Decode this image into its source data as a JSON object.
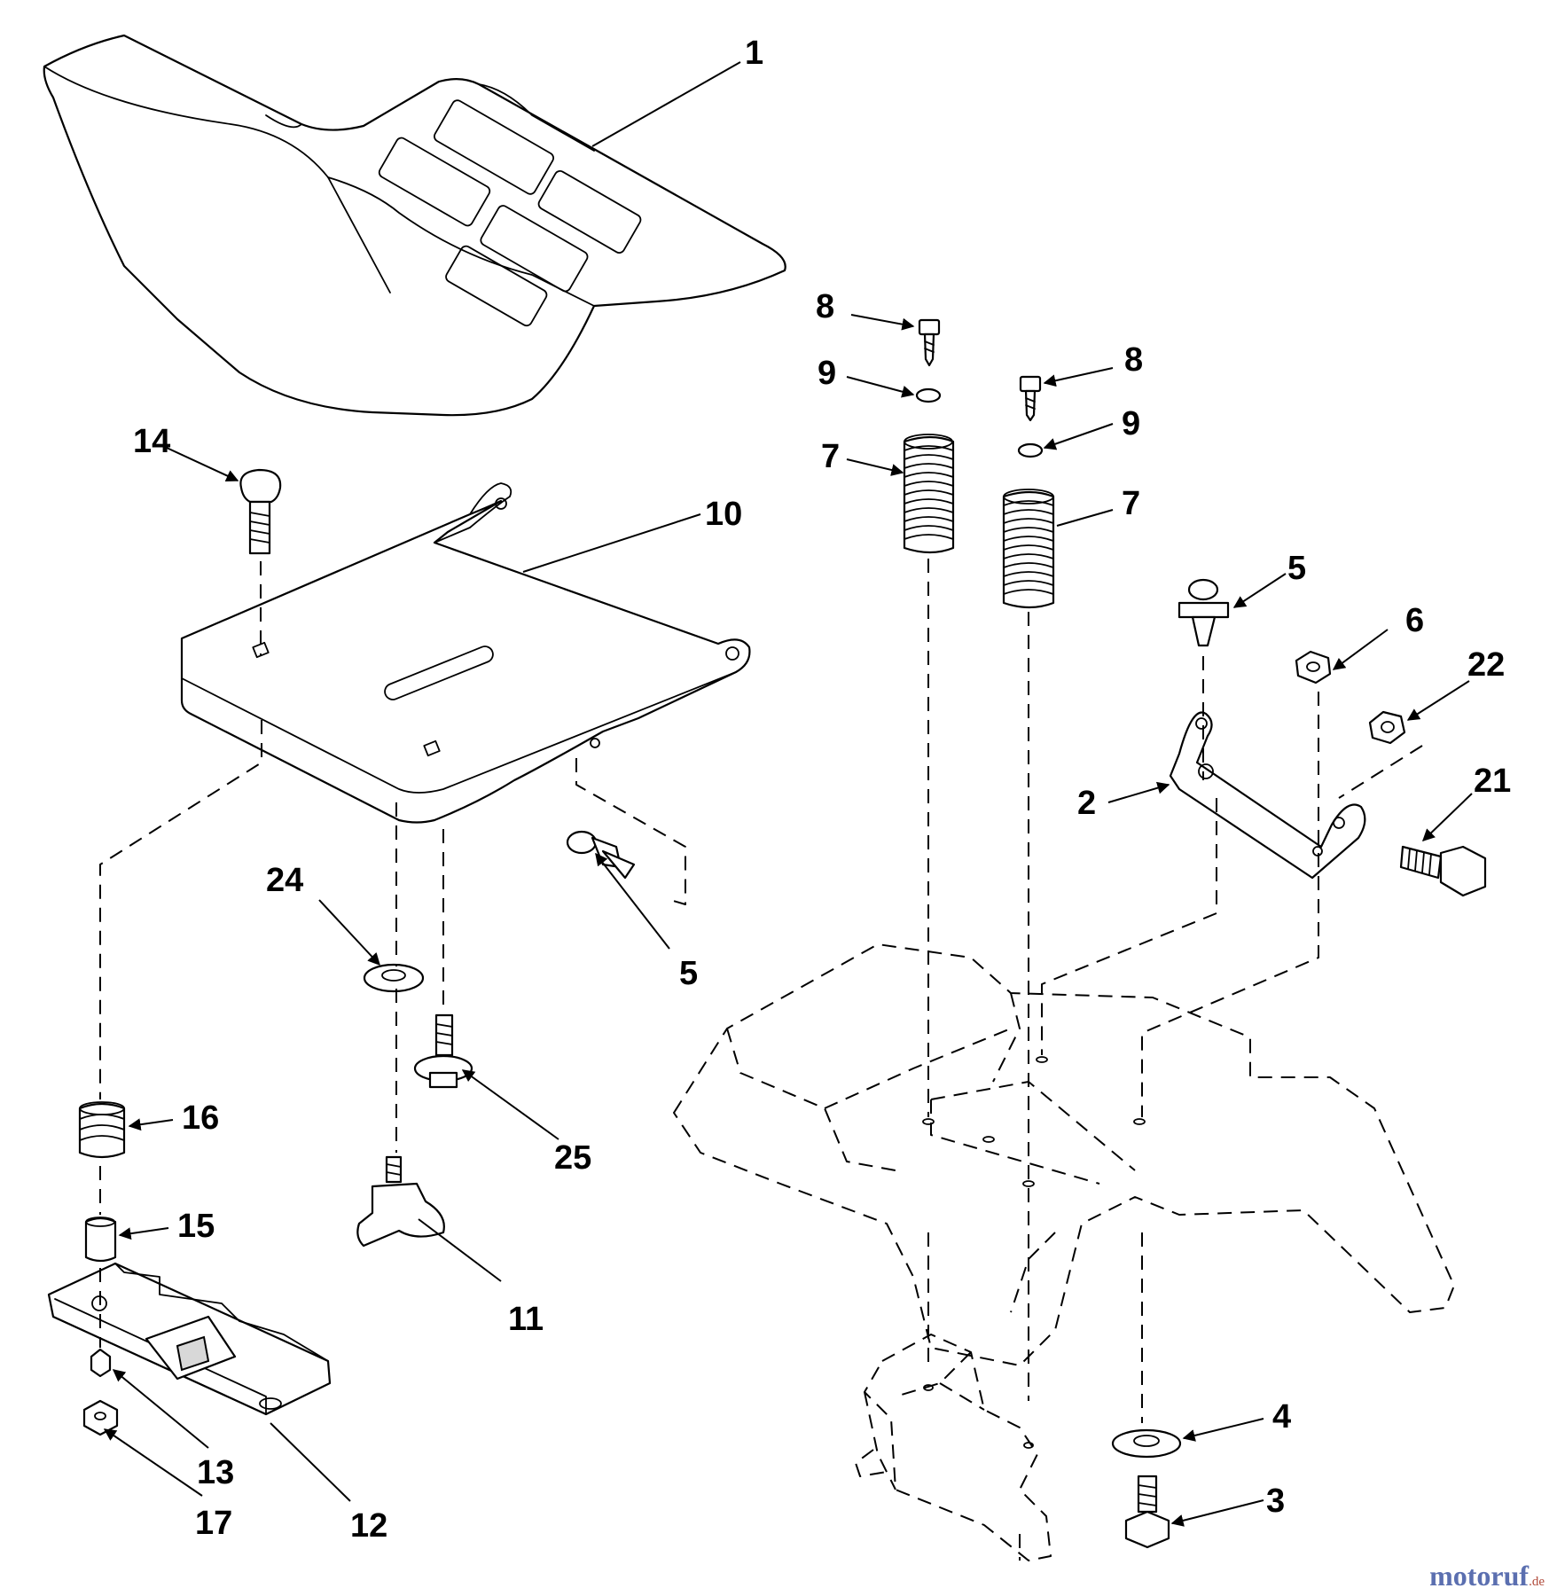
{
  "callouts": [
    {
      "id": "c1",
      "label": "1"
    },
    {
      "id": "c14",
      "label": "14"
    },
    {
      "id": "c10",
      "label": "10"
    },
    {
      "id": "c8a",
      "label": "8"
    },
    {
      "id": "c9a",
      "label": "9"
    },
    {
      "id": "c7a",
      "label": "7"
    },
    {
      "id": "c8b",
      "label": "8"
    },
    {
      "id": "c9b",
      "label": "9"
    },
    {
      "id": "c7b",
      "label": "7"
    },
    {
      "id": "c5a",
      "label": "5"
    },
    {
      "id": "c6",
      "label": "6"
    },
    {
      "id": "c22",
      "label": "22"
    },
    {
      "id": "c2",
      "label": "2"
    },
    {
      "id": "c21",
      "label": "21"
    },
    {
      "id": "c24",
      "label": "24"
    },
    {
      "id": "c5b",
      "label": "5"
    },
    {
      "id": "c16",
      "label": "16"
    },
    {
      "id": "c25",
      "label": "25"
    },
    {
      "id": "c15",
      "label": "15"
    },
    {
      "id": "c11",
      "label": "11"
    },
    {
      "id": "c13",
      "label": "13"
    },
    {
      "id": "c17",
      "label": "17"
    },
    {
      "id": "c12",
      "label": "12"
    },
    {
      "id": "c4",
      "label": "4"
    },
    {
      "id": "c3",
      "label": "3"
    }
  ],
  "watermark": {
    "main": "motoruf",
    "tld": ".de"
  }
}
